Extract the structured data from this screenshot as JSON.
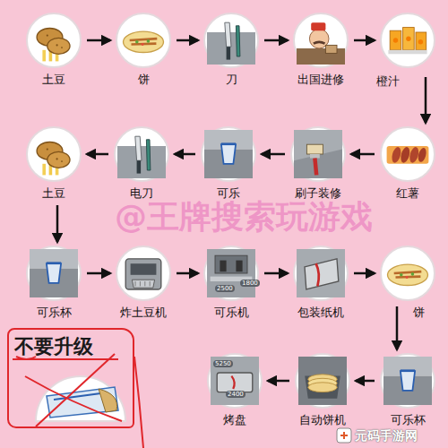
{
  "diagram": {
    "nodes": [
      {
        "text": [
          "土豆"
        ]
      },
      {
        "text": [
          "饼"
        ]
      },
      {
        "text": [
          "刀"
        ]
      },
      {
        "text": [
          "出国进修"
        ]
      },
      {
        "text": [
          "橙汁"
        ]
      },
      {
        "text": [
          "红薯"
        ]
      },
      {
        "text": [
          "刷子装修"
        ]
      },
      {
        "text": [
          "可乐"
        ]
      },
      {
        "text": [
          "电刀"
        ]
      },
      {
        "text": [
          "土豆"
        ]
      },
      {
        "text": [
          "可乐杯"
        ]
      },
      {
        "text": [
          "炸土豆机"
        ]
      },
      {
        "text": [
          "可乐机"
        ]
      },
      {
        "text": [
          "包装纸机"
        ]
      },
      {
        "text": [
          "饼"
        ]
      },
      {
        "text": [
          "可乐杯"
        ]
      },
      {
        "text": [
          "自动饼机"
        ]
      },
      {
        "text": [
          "烤盘"
        ]
      },
      {
        "text": [
          "不要升级"
        ]
      }
    ],
    "edges": [
      {
        "from": 0,
        "to": 1,
        "arrow": "to"
      },
      {
        "from": 1,
        "to": 2,
        "arrow": "to"
      },
      {
        "from": 2,
        "to": 3,
        "arrow": "to"
      },
      {
        "from": 3,
        "to": 4,
        "arrow": "to"
      },
      {
        "from": 4,
        "to": 5,
        "arrow": "to"
      },
      {
        "from": 5,
        "to": 6,
        "arrow": "to"
      },
      {
        "from": 6,
        "to": 7,
        "arrow": "to"
      },
      {
        "from": 7,
        "to": 8,
        "arrow": "to"
      },
      {
        "from": 8,
        "to": 9,
        "arrow": "to"
      },
      {
        "from": 9,
        "to": 10,
        "arrow": "to"
      },
      {
        "from": 10,
        "to": 11,
        "arrow": "to"
      },
      {
        "from": 11,
        "to": 12,
        "arrow": "to"
      },
      {
        "from": 12,
        "to": 13,
        "arrow": "to"
      },
      {
        "from": 13,
        "to": 14,
        "arrow": "to"
      },
      {
        "from": 14,
        "to": 15,
        "arrow": "to"
      },
      {
        "from": 15,
        "to": 16,
        "arrow": "to"
      },
      {
        "from": 16,
        "to": 17,
        "arrow": "to"
      }
    ],
    "labels": [
      "2500",
      "1800",
      "5250",
      "2400",
      "@王牌搜索玩游戏",
      "元码手游网"
    ]
  }
}
